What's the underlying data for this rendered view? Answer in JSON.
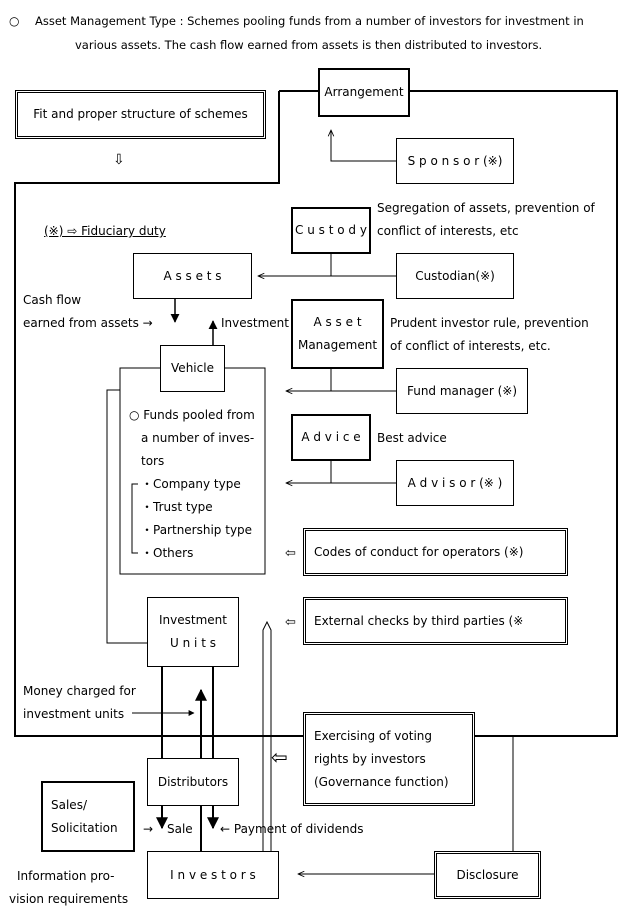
{
  "header": {
    "bullet": "○",
    "line1": "Asset Management Type : Schemes pooling funds from a number of investors for investment in",
    "line2": "various assets. The cash flow earned from assets is then distributed to investors."
  },
  "boxes": {
    "fit_proper": "Fit and proper structure of schemes",
    "arrangement": "Arrangement",
    "sponsor": "S p o n s o r (※)",
    "custody": "C u s t o d y",
    "custodian": "Custodian(※)",
    "assets": "A s s e t s",
    "asset_management": "A s s e t\nManagement",
    "fund_manager": "Fund manager (※)",
    "vehicle": "Vehicle",
    "advice": "A d v i c e",
    "advisor": "A d v i s o r (※ )",
    "codes": "Codes of conduct for operators (※)",
    "external": "External checks by third parties (※",
    "investment_units": "Investment\nU n i t s",
    "voting": "Exercising of voting\nrights by investors\n(Governance function)",
    "distributors": "Distributors",
    "sales": "Sales/\nSolicitation",
    "investors": "I n v e s t o r s",
    "disclosure": "Disclosure"
  },
  "labels": {
    "fit_arrow": "⇩",
    "fiduciary": "(※) ⇨ Fiduciary duty",
    "custody_note_1": "Segregation of assets, prevention of",
    "custody_note_2": "conflict of interests, etc",
    "am_note_1": "Prudent investor rule, prevention",
    "am_note_2": "of conflict of interests, etc.",
    "advice_note": "Best advice",
    "cash_flow_1": "Cash flow",
    "cash_flow_2": "earned from assets →",
    "investment": "Investment",
    "funds_1": "○ Funds pooled from",
    "funds_2": "a number of inves-",
    "funds_3": "tors",
    "type_1": "・Company type",
    "type_2": "・Trust type",
    "type_3": "・Partnership type",
    "type_4": "・Others",
    "codes_arrow": "⇦",
    "external_arrow": "⇦",
    "voting_arrow": "⇦",
    "money_1": "Money charged for",
    "money_2": "investment units",
    "sale": "Sale",
    "sales_arrow": "→",
    "dividends": "← Payment of dividends",
    "info_1": "Information pro-",
    "info_2": "vision requirements"
  }
}
